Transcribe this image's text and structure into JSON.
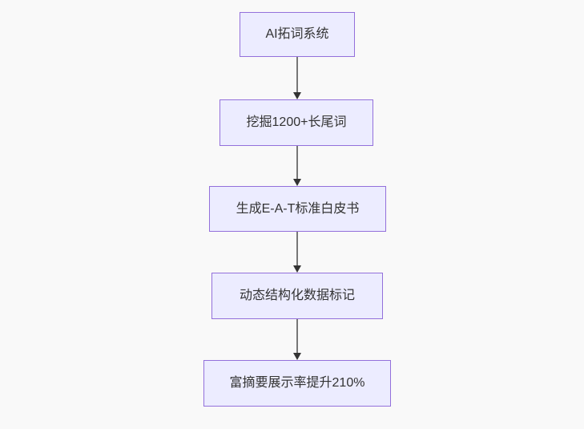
{
  "page": {
    "background_color": "#f9f9f9"
  },
  "flowchart": {
    "type": "flowchart",
    "direction": "top-down",
    "nodes": [
      {
        "id": "n1",
        "label": "AI拓词系统"
      },
      {
        "id": "n2",
        "label": "挖掘1200+长尾词"
      },
      {
        "id": "n3",
        "label": "生成E-A-T标准白皮书"
      },
      {
        "id": "n4",
        "label": "动态结构化数据标记"
      },
      {
        "id": "n5",
        "label": "富摘要展示率提升210%"
      }
    ],
    "edges": [
      {
        "from": "n1",
        "to": "n2",
        "arrow": "down"
      },
      {
        "from": "n2",
        "to": "n3",
        "arrow": "down"
      },
      {
        "from": "n3",
        "to": "n4",
        "arrow": "down"
      },
      {
        "from": "n4",
        "to": "n5",
        "arrow": "down"
      }
    ],
    "colors": {
      "node_fill": "#ECECFF",
      "node_border": "#9370DB",
      "node_text": "#333333",
      "edge_line": "#777777",
      "arrowhead": "#333333"
    }
  }
}
